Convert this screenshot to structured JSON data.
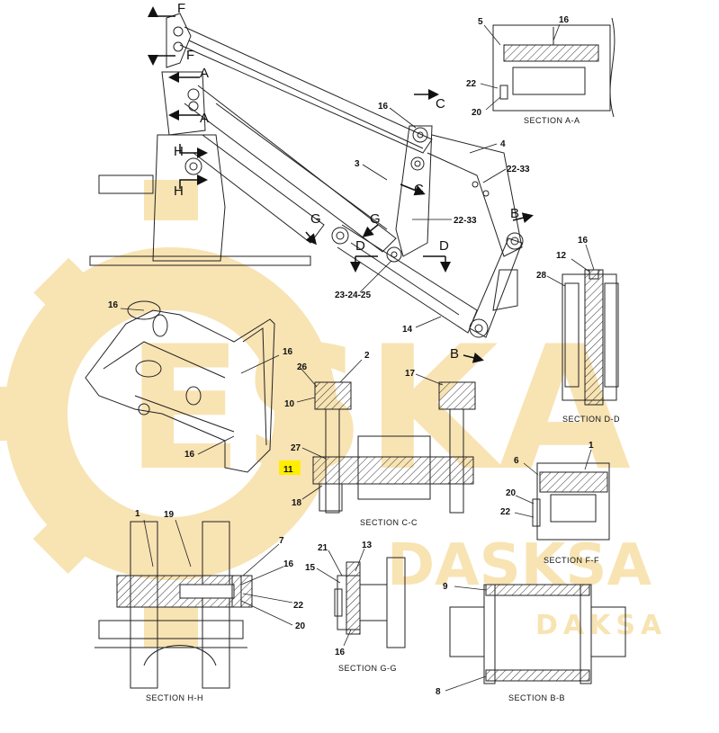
{
  "watermark": {
    "brand_large": "ESKA",
    "brand_company": "DASKSA",
    "brand_small": "DAKSA",
    "color": "#f7dfa6"
  },
  "highlight_color": "#ffee00",
  "section_labels": {
    "aa": "SECTION A-A",
    "dd": "SECTION D-D",
    "cc": "SECTION C-C",
    "ff": "SECTION F-F",
    "hh": "SECTION H-H",
    "gg": "SECTION G-G",
    "bb": "SECTION B-B"
  },
  "cut_letters": {
    "f_top": "F",
    "f_bot": "F",
    "a_top": "A",
    "a_bot": "A",
    "h_top": "H",
    "h_bot": "H",
    "c_top": "C",
    "c_bot": "C",
    "g_left": "G",
    "g_right": "G",
    "d_left": "D",
    "d_right": "D",
    "b_top": "B",
    "b_bot": "B"
  },
  "callouts": {
    "aa_5": "5",
    "aa_16": "16",
    "aa_22": "22",
    "aa_20": "20",
    "main_16": "16",
    "main_3": "3",
    "main_4": "4",
    "main_22_33a": "22-33",
    "main_22_33b": "22-33",
    "main_23_24_25": "23-24-25",
    "main_14": "14",
    "dd_16": "16",
    "dd_12": "12",
    "dd_28": "28",
    "iso_16a": "16",
    "iso_16b": "16",
    "iso_16c": "16",
    "cc_2": "2",
    "cc_26": "26",
    "cc_10": "10",
    "cc_17": "17",
    "cc_27": "27",
    "cc_11": "11",
    "cc_18": "18",
    "ff_1": "1",
    "ff_6": "6",
    "ff_20": "20",
    "ff_22": "22",
    "hh_1": "1",
    "hh_19": "19",
    "hh_7": "7",
    "hh_16": "16",
    "hh_22": "22",
    "hh_20": "20",
    "gg_21": "21",
    "gg_13": "13",
    "gg_15": "15",
    "gg_16": "16",
    "bb_9": "9",
    "bb_8": "8"
  }
}
